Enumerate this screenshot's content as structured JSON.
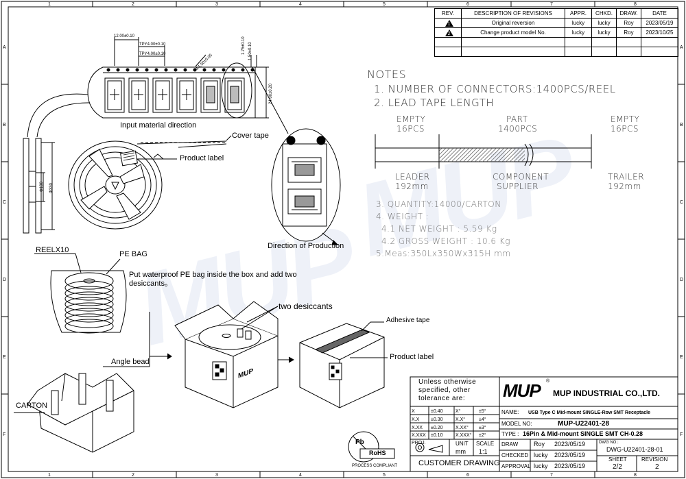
{
  "grid": {
    "cols": [
      "1",
      "2",
      "3",
      "4",
      "5",
      "6",
      "7",
      "8"
    ],
    "rows": [
      "A",
      "B",
      "C",
      "D",
      "E",
      "F"
    ]
  },
  "revisions": {
    "headers": [
      "REV.",
      "DESCRIPTION OF REVISIONS",
      "APPR.",
      "CHKD.",
      "DRAW.",
      "DATE"
    ],
    "rows": [
      {
        "rev": "1",
        "desc": "Original reversion",
        "appr": "lucky",
        "chkd": "lucky",
        "draw": "Roy",
        "date": "2023/05/19"
      },
      {
        "rev": "2",
        "desc": "Change product model No.",
        "appr": "lucky",
        "chkd": "lucky",
        "draw": "Roy",
        "date": "2023/10/25"
      }
    ]
  },
  "notes": {
    "title": "NOTES",
    "line1": "1. NUMBER OF CONNECTORS:1400PCS/REEL",
    "line2": "2. LEAD TAPE LENGTH",
    "line3": "3. QUANTITY:14000/CARTON",
    "line4": "4. WEIGHT :",
    "line41": "4.1 NET WEIGHT : 5.59  Kg",
    "line42": "4.2 GROSS WEIGHT : 10.6  Kg",
    "line5": "5.Meas:350Lx350Wx315H  mm"
  },
  "tape_length": {
    "empty1": "EMPTY",
    "empty1_qty": "16PCS",
    "part": "PART",
    "part_qty": "1400PCS",
    "empty2": "EMPTY",
    "empty2_qty": "16PCS",
    "leader": "LEADER",
    "leader_len": "192mm",
    "component": "COMPONENT",
    "supplier": "SUPPLIER",
    "trailer": "TRAILER",
    "trailer_len": "192mm"
  },
  "dimensions": {
    "d1": "12.00±0.10",
    "d2": "TPY4.00±0.10",
    "d3": "TPY4.00±0.10",
    "d4": "Φ1.50±0.05",
    "d5": "1.75±0.10",
    "d6": "1.50±0.10",
    "d7": "24.00±0.20",
    "d8": "Φ100",
    "d9": "Φ330"
  },
  "labels": {
    "input_direction": "Input material direction",
    "cover_tape": "Cover tape",
    "product_label": "Product label",
    "direction_of_production": "Direction of Production",
    "reel_x10": "REELX10",
    "pe_bag": "PE BAG",
    "pe_bag_note1": "Put waterproof PE bag inside the box and add two",
    "pe_bag_note2": "desiccants。",
    "two_desiccants": "two desiccants",
    "adhesive_tape": "Adhesive tape",
    "product_label2": "Product label",
    "angle_bead": "Angle bead",
    "carton": "CARTON",
    "mup_box": "MUP"
  },
  "title_block": {
    "tolerance_note1": "Unless otherwise",
    "tolerance_note2": "specified, other",
    "tolerance_note3": "tolerance are:",
    "tolerances": [
      [
        "X",
        "±0.40",
        "X°",
        "±5°"
      ],
      [
        "X.X",
        "±0.30",
        "X.X°",
        "±4°"
      ],
      [
        "X.XX",
        "±0.20",
        "X.XX°",
        "±3°"
      ],
      [
        "X.XXX",
        "±0.10",
        "X.XXX°",
        "±2°"
      ]
    ],
    "proj": "PROJ.",
    "unit_label": "UNIT",
    "unit": "mm",
    "scale_label": "SCALE",
    "scale": "1:1",
    "customer_drawing": "CUSTOMER  DRAWING",
    "logo": "MUP",
    "company": "MUP INDUSTRIAL CO.,LTD.",
    "name_label": "NAME:",
    "name": "USB Type C  Mid-mount SINGLE-Row SMT Receptacle",
    "model_label": "MODEL NO:",
    "model": "MUP-U22401-28",
    "type_label": "TYPE :",
    "type": "16Pin & Mid-mount SINGLE  SMT CH-0.28",
    "draw_label": "DRAW",
    "draw_name": "Roy",
    "draw_date": "2023/05/19",
    "checked_label": "CHECKED",
    "checked_name": "lucky",
    "checked_date": "2023/05/19",
    "approval_label": "APPROVAL",
    "approval_name": "lucky",
    "approval_date": "2023/05/19",
    "dwg_label": "DWG NO.:",
    "dwg_no": "DWG-U22401-28-01",
    "sheet_label": "SHEET",
    "sheet": "2/2",
    "revision_label": "REVISION",
    "revision": "2"
  },
  "rohs": {
    "text": "RoHS",
    "pb": "Pb",
    "caption": "PROCESS COMPLIANT"
  }
}
